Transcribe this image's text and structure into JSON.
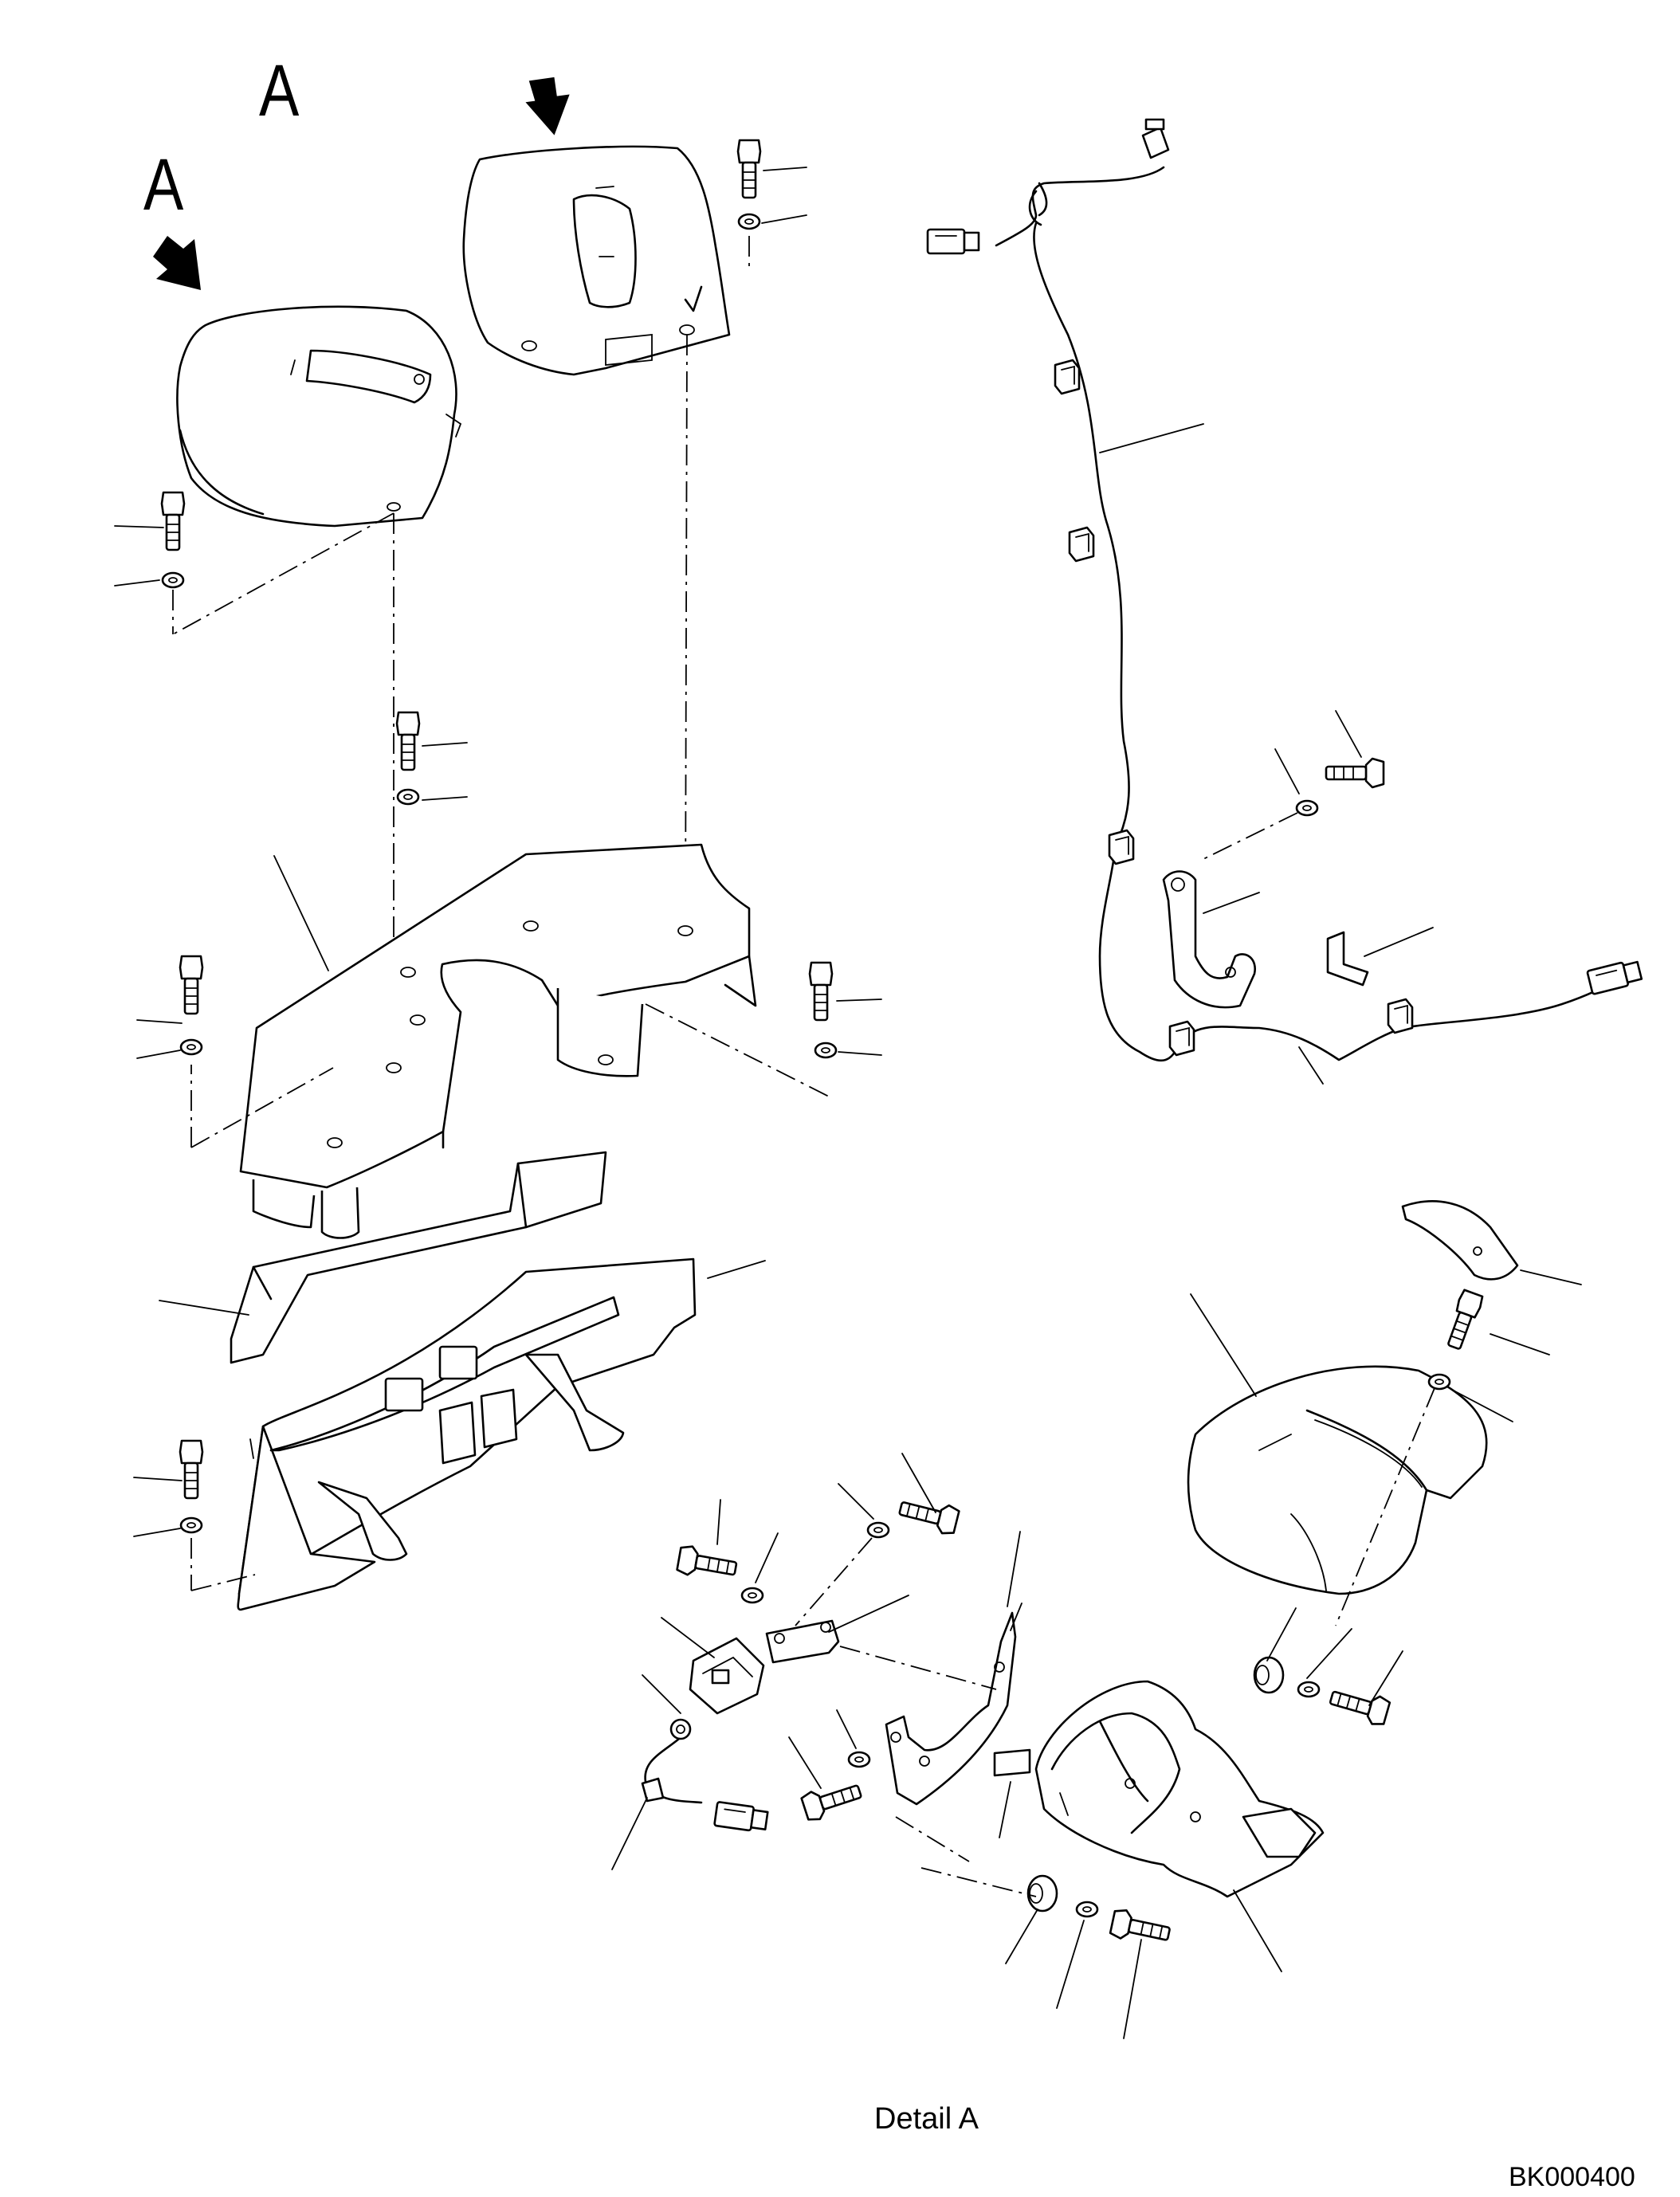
{
  "labels": {
    "view_marker_1": "A",
    "view_marker_2": "A",
    "detail_caption": "Detail A",
    "drawing_number": "BK000400"
  },
  "icons": {
    "view_arrow": "down-right-bold-arrow",
    "bolt": "hex-bolt-icon",
    "washer": "washer-icon",
    "connector": "electrical-connector-icon"
  },
  "colors": {
    "line": "#000000",
    "background": "#ffffff"
  }
}
